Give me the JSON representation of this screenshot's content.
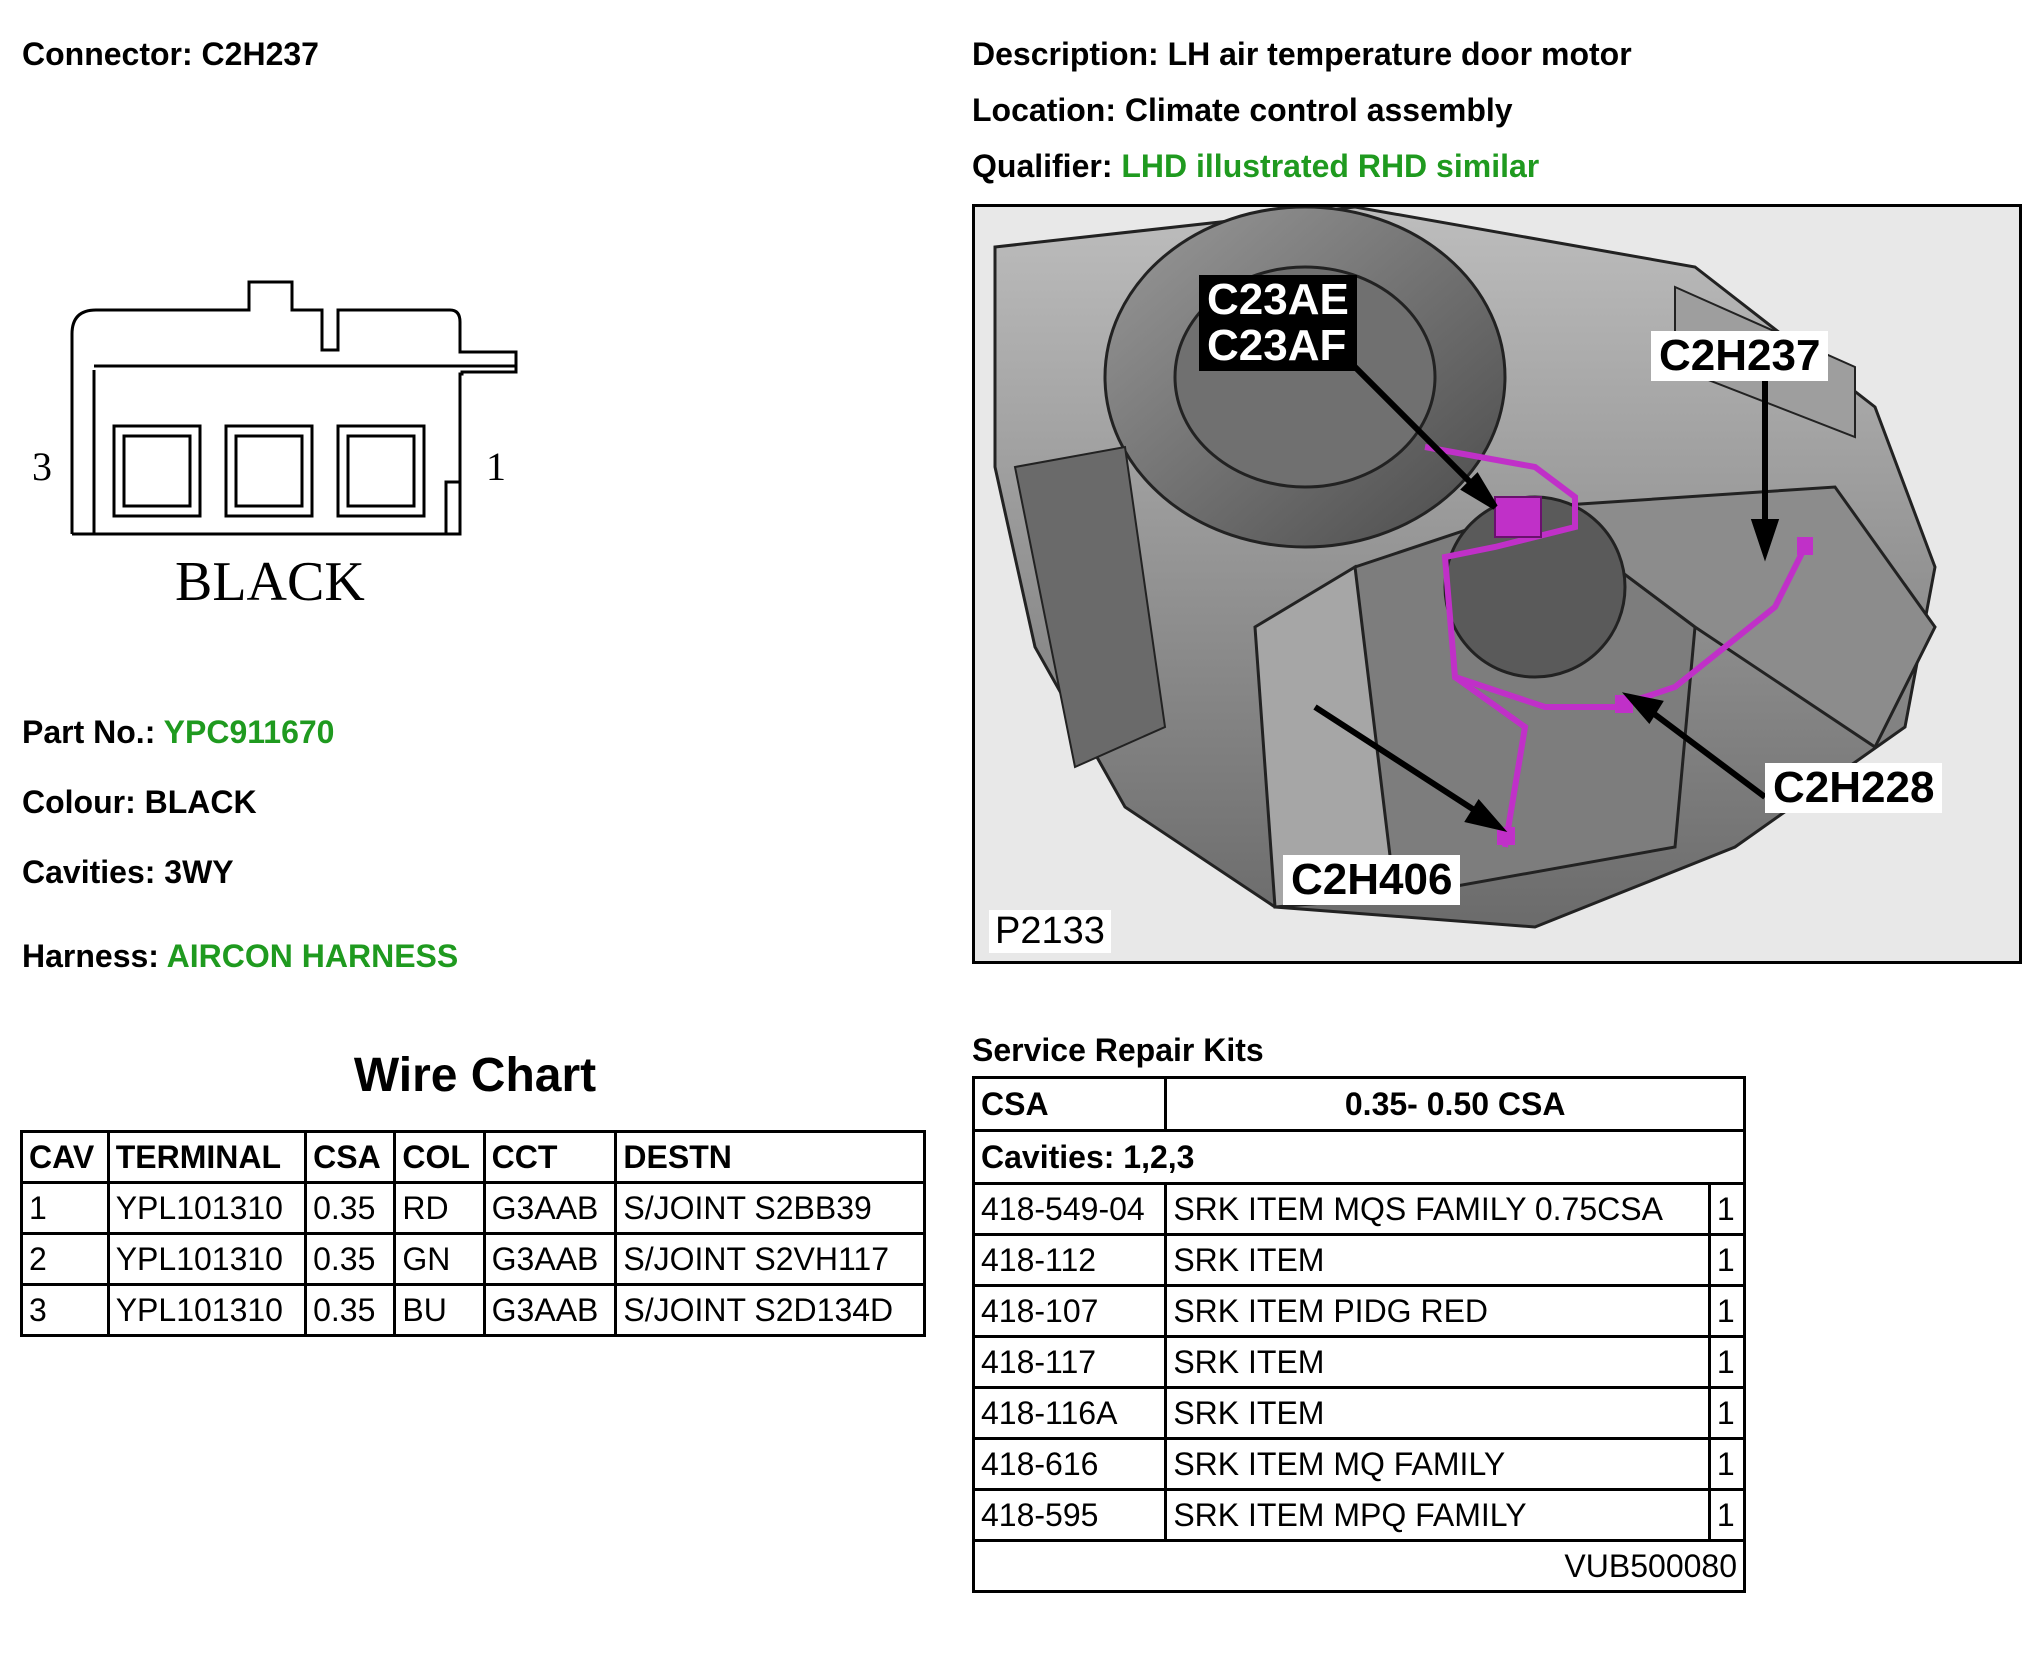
{
  "connector": {
    "label": "Connector:",
    "value": "C2H237"
  },
  "description": {
    "label": "Description:",
    "value": "LH air temperature door motor"
  },
  "location": {
    "label": "Location:",
    "value": "Climate control assembly"
  },
  "qualifier": {
    "label": "Qualifier:",
    "value": "LHD illustrated RHD similar"
  },
  "diagram": {
    "pin_left": "3",
    "pin_right": "1",
    "colour_text": "BLACK"
  },
  "part_no": {
    "label": "Part No.:",
    "value": "YPC911670"
  },
  "colour": {
    "label": "Colour:",
    "value": "BLACK"
  },
  "cavities": {
    "label": "Cavities:",
    "value": "3WY"
  },
  "harness": {
    "label": "Harness:",
    "value": "AIRCON HARNESS"
  },
  "photo": {
    "callouts": [
      "C23AE",
      "C23AF",
      "C2H237",
      "C2H228",
      "C2H406"
    ],
    "id": "P2133",
    "wire_color": "#c030c8"
  },
  "wire_chart": {
    "title": "Wire Chart",
    "headers": [
      "CAV",
      "TERMINAL",
      "CSA",
      "COL",
      "CCT",
      "DESTN"
    ],
    "rows": [
      [
        "1",
        "YPL101310",
        "0.35",
        "RD",
        "G3AAB",
        "S/JOINT S2BB39"
      ],
      [
        "2",
        "YPL101310",
        "0.35",
        "GN",
        "G3AAB",
        "S/JOINT S2VH117"
      ],
      [
        "3",
        "YPL101310",
        "0.35",
        "BU",
        "G3AAB",
        "S/JOINT S2D134D"
      ]
    ]
  },
  "srk": {
    "title": "Service Repair Kits",
    "csa_label": "CSA",
    "csa_value": "0.35- 0.50 CSA",
    "cavities": "Cavities: 1,2,3",
    "rows": [
      [
        "418-549-04",
        "SRK ITEM MQS FAMILY 0.75CSA",
        "1"
      ],
      [
        "418-112",
        "SRK ITEM",
        "1"
      ],
      [
        "418-107",
        "SRK ITEM PIDG RED",
        "1"
      ],
      [
        "418-117",
        "SRK ITEM",
        "1"
      ],
      [
        "418-116A",
        "SRK ITEM",
        "1"
      ],
      [
        "418-616",
        "SRK ITEM MQ FAMILY",
        "1"
      ],
      [
        "418-595",
        "SRK ITEM MPQ FAMILY",
        "1"
      ]
    ],
    "footer": "VUB500080"
  },
  "colors": {
    "link_green": "#1f9a1f"
  }
}
